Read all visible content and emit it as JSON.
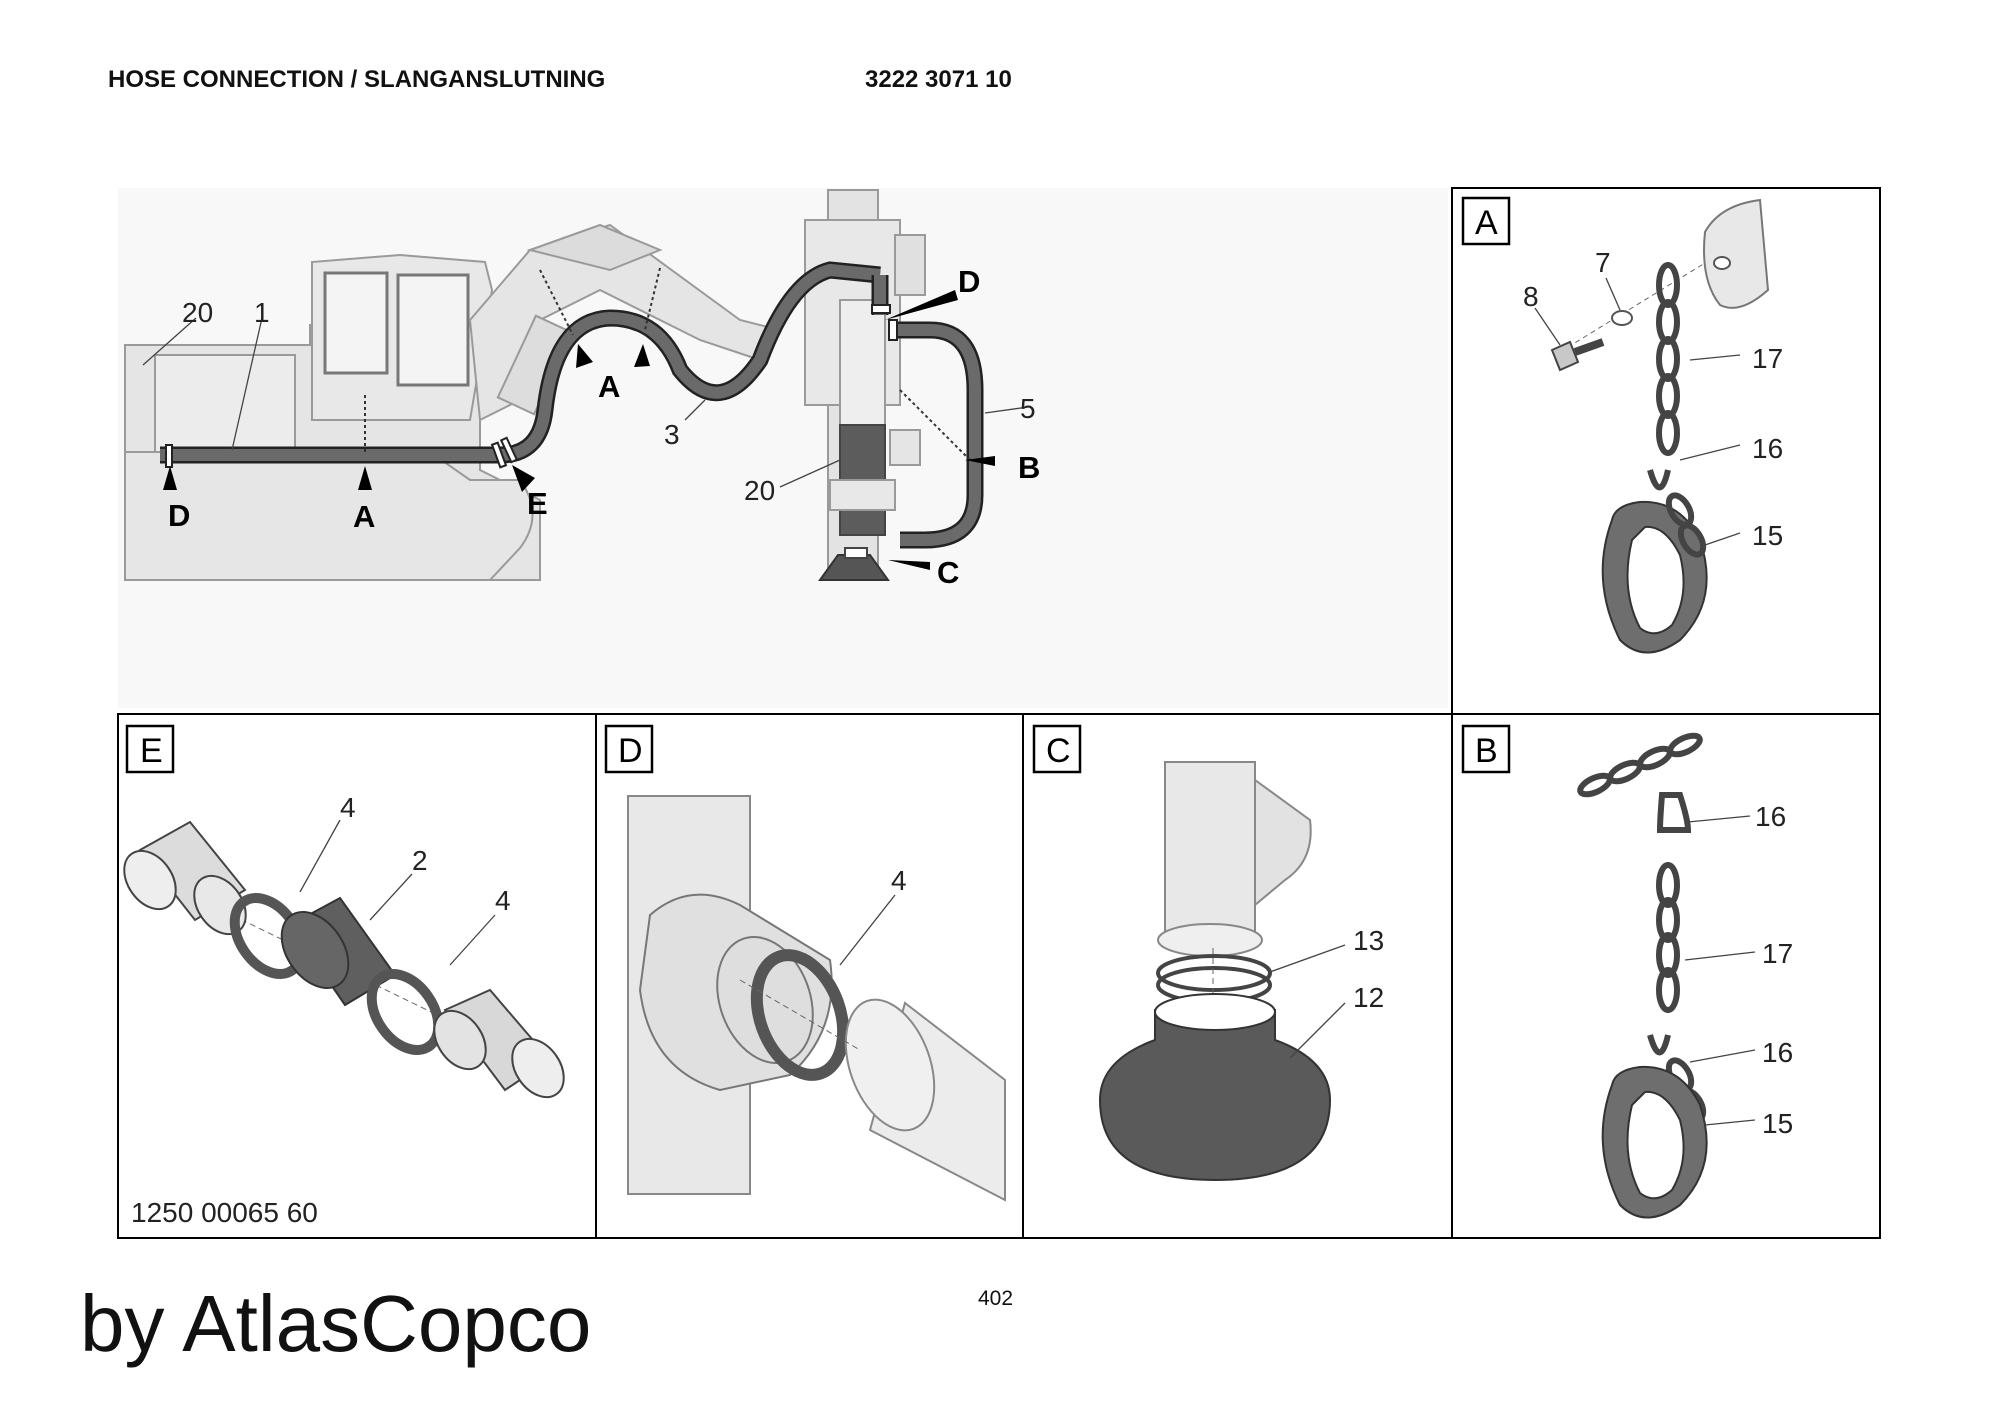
{
  "header": {
    "title": "HOSE CONNECTION / SLANGANSLUTNING",
    "part_number": "3222 3071 10"
  },
  "main_view": {
    "labels": {
      "l20a": "20",
      "l1": "1",
      "l3": "3",
      "l5": "5",
      "l20b": "20"
    },
    "arrows": {
      "a1": "A",
      "a2": "A",
      "b": "B",
      "c": "C",
      "d1": "D",
      "d2": "D",
      "e": "E"
    }
  },
  "detail_a": {
    "letter": "A",
    "labels": [
      "8",
      "7",
      "17",
      "16",
      "15"
    ]
  },
  "detail_b": {
    "letter": "B",
    "labels": [
      "16",
      "17",
      "16",
      "15"
    ]
  },
  "detail_c": {
    "letter": "C",
    "labels": [
      "13",
      "12"
    ]
  },
  "detail_d": {
    "letter": "D",
    "labels": [
      "4"
    ]
  },
  "detail_e": {
    "letter": "E",
    "labels": [
      "4",
      "2",
      "4"
    ],
    "drawing_number": "1250 00065 60"
  },
  "footer": {
    "page": "402",
    "brand": "by AtlasCopco"
  },
  "colors": {
    "hose": "#6a6a6a",
    "machine": "#e6e6e6",
    "outline": "#8a8a8a",
    "dark_part": "#555555"
  }
}
